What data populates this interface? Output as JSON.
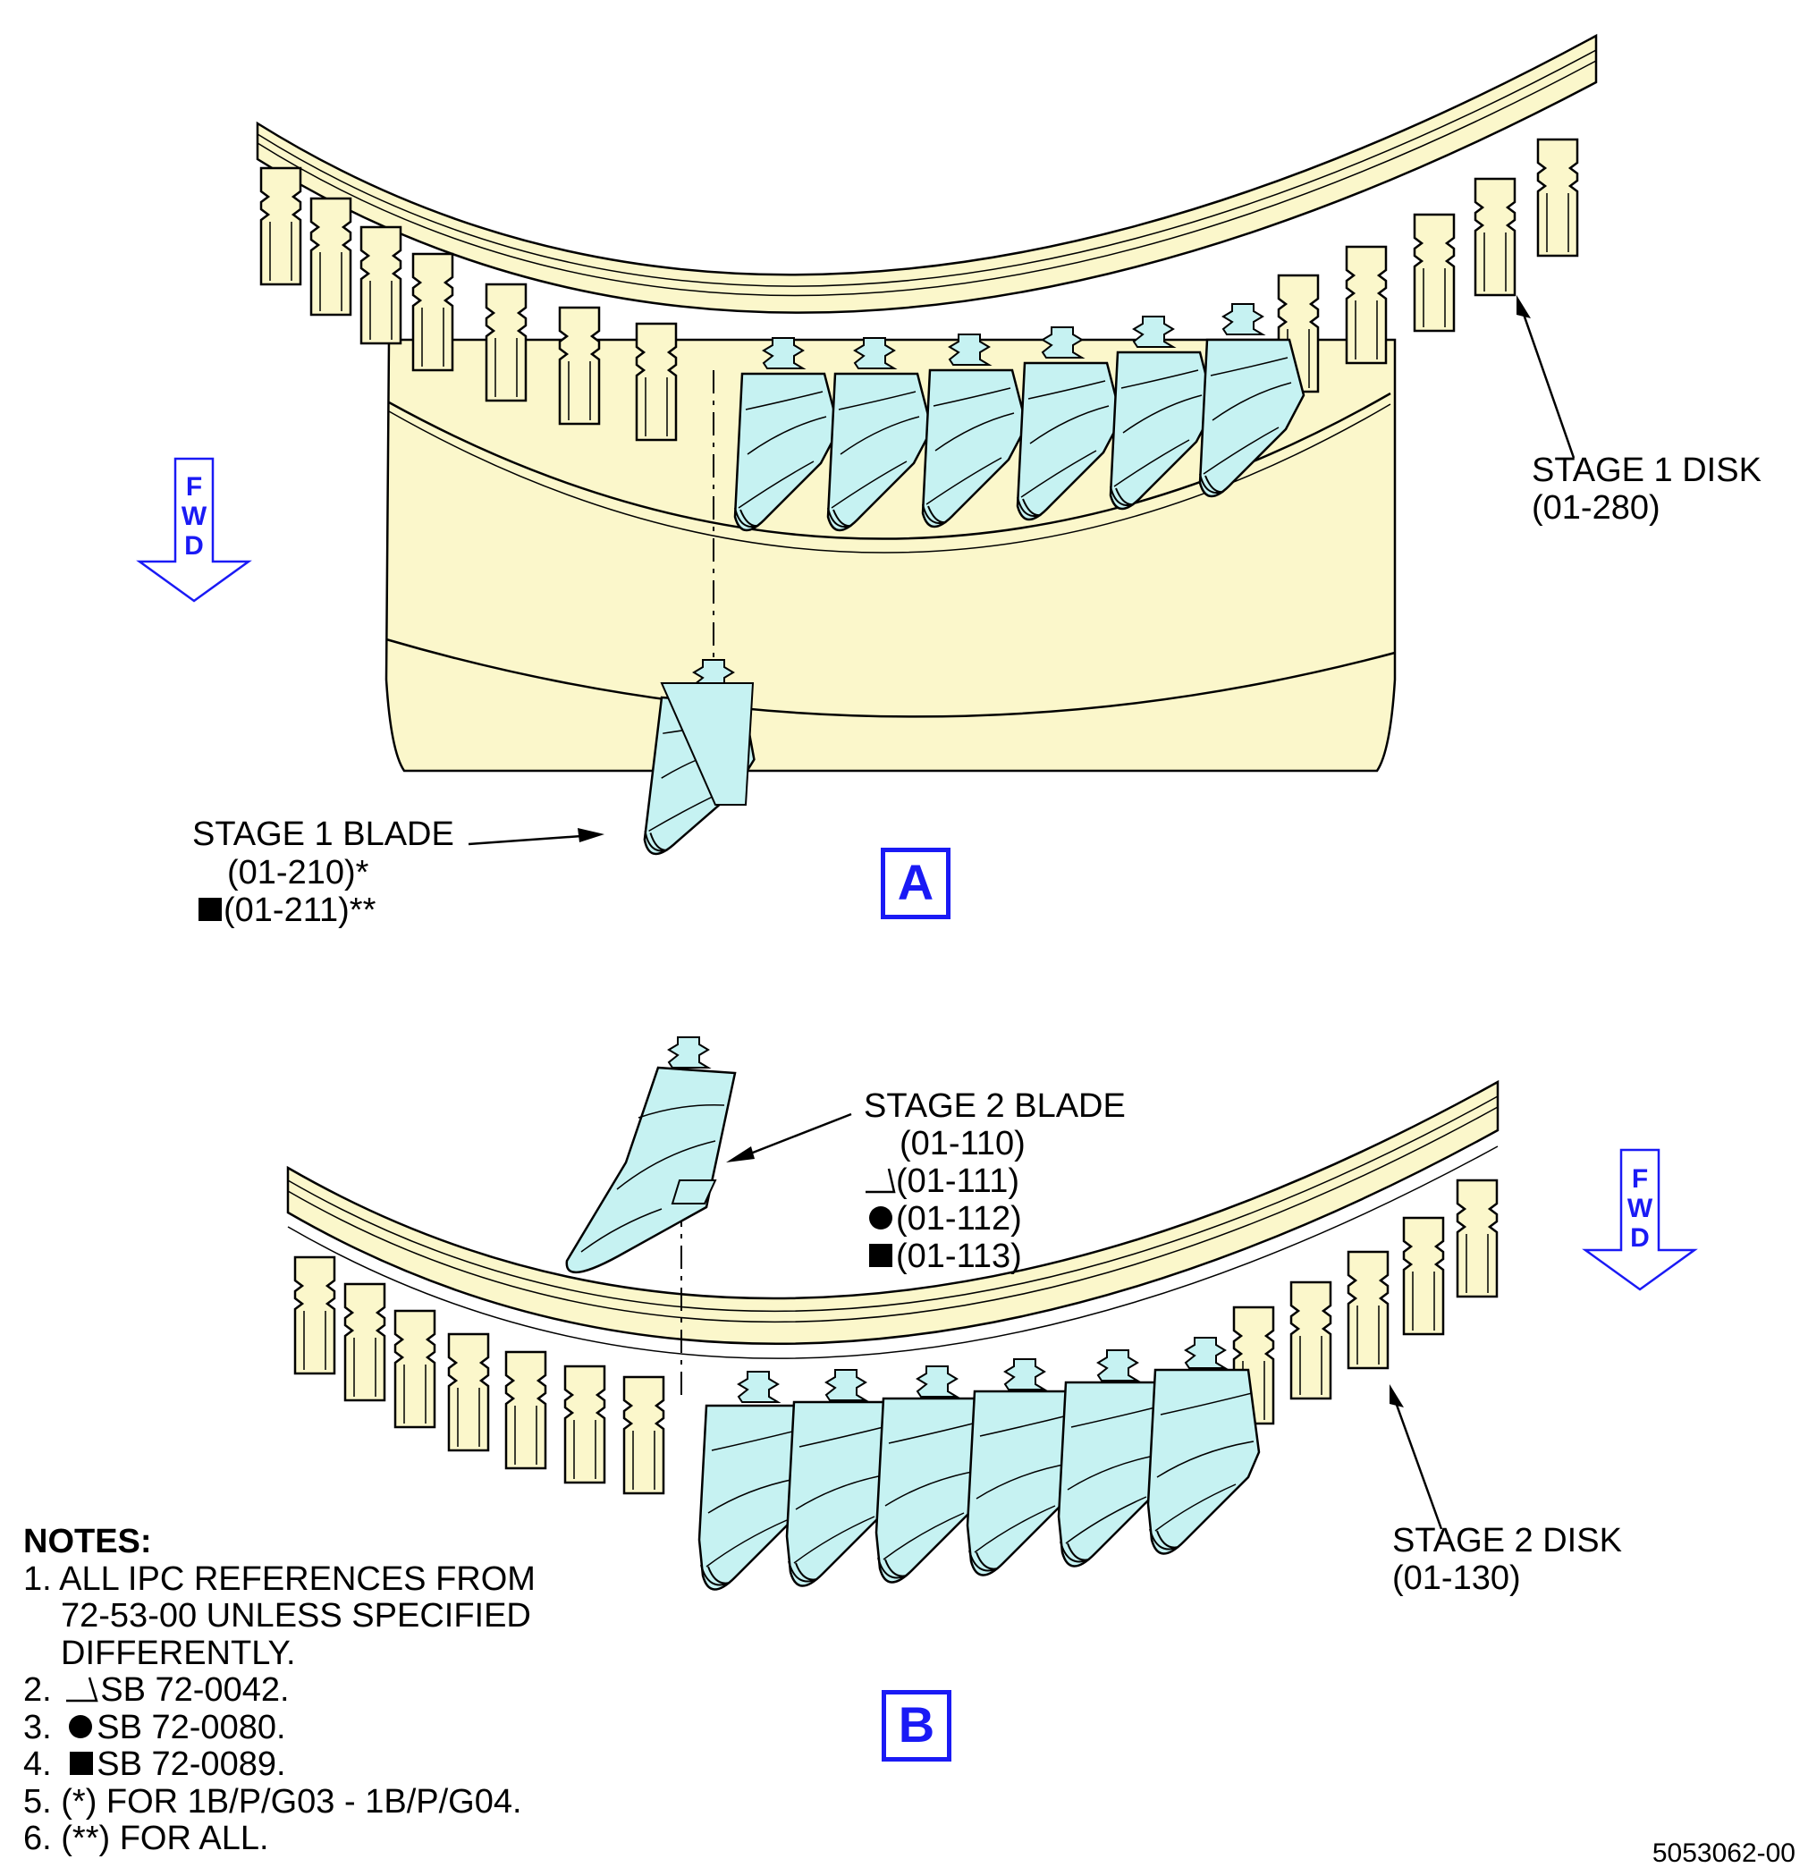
{
  "colors": {
    "disk_fill": "#fbf7cb",
    "blade_fill": "#c6f2f2",
    "accent_blue": "#1a1af5",
    "line": "#000000"
  },
  "icons": [
    "fwd-arrow-icon",
    "triangle-symbol-icon",
    "circle-symbol-icon",
    "square-symbol-icon"
  ],
  "view_a": {
    "disk_label": "STAGE 1 DISK",
    "disk_ref": "(01-280)",
    "blade_label": "STAGE 1 BLADE",
    "blade_ref_1": "(01-210)*",
    "blade_ref_2": "(01-211)**",
    "view_letter": "A",
    "fwd": [
      "F",
      "W",
      "D"
    ]
  },
  "view_b": {
    "disk_label": "STAGE 2 DISK",
    "disk_ref": "(01-130)",
    "blade_label": "STAGE 2 BLADE",
    "blade_ref_1": "(01-110)",
    "blade_ref_2": "(01-111)",
    "blade_ref_3": "(01-112)",
    "blade_ref_4": "(01-113)",
    "view_letter": "B",
    "fwd": [
      "F",
      "W",
      "D"
    ]
  },
  "notes": {
    "title": "NOTES:",
    "n1_a": "1. ALL IPC REFERENCES FROM",
    "n1_b": "72-53-00 UNLESS SPECIFIED",
    "n1_c": "DIFFERENTLY.",
    "n2_num": "2.",
    "n2_text": "SB 72-0042.",
    "n3_num": "3.",
    "n3_text": "SB 72-0080.",
    "n4_num": "4.",
    "n4_text": "SB 72-0089.",
    "n5": "5.  (*) FOR 1B/P/G03 - 1B/P/G04.",
    "n6": "6. (**) FOR ALL."
  },
  "doc_number": "5053062-00"
}
